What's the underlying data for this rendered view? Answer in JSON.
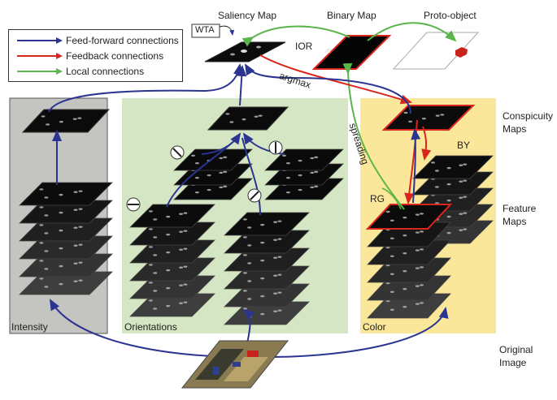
{
  "legend": {
    "items": [
      {
        "label": "Feed-forward connections",
        "color": "#2b3591"
      },
      {
        "label": "Feedback connections",
        "color": "#d9261c"
      },
      {
        "label": "Local connections",
        "color": "#5ab54a"
      }
    ]
  },
  "top": {
    "saliency_map": "Saliency Map",
    "binary_map": "Binary Map",
    "proto_object": "Proto-object",
    "wta": "WTA",
    "ior": "IOR",
    "argmax": "argmax",
    "spreading": "spreading"
  },
  "panels": {
    "intensity": {
      "label": "Intensity",
      "color": "#c4c4c0"
    },
    "orientations": {
      "label": "Orientations",
      "color": "#d4e6c4"
    },
    "color": {
      "label": "Color",
      "color": "#fbe79a"
    }
  },
  "right_labels": {
    "conspicuity_line1": "Conspicuity",
    "conspicuity_line2": "Maps",
    "feature_line1": "Feature",
    "feature_line2": "Maps",
    "original_line1": "Original",
    "original_line2": "Image"
  },
  "color_channels": {
    "rg": "RG",
    "by": "BY"
  }
}
